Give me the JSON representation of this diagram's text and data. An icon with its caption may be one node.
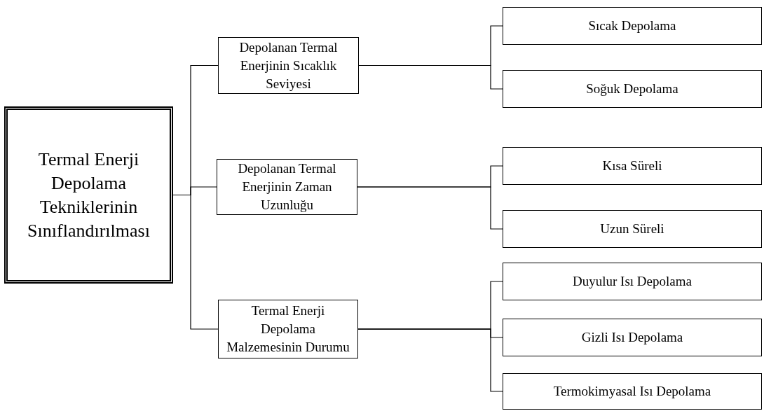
{
  "diagram": {
    "nodes": [
      {
        "text": [
          "Termal Enerji Depolama Tekniklerinin Sınıflandırılması"
        ]
      },
      {
        "text": [
          "Depolanan Termal Enerjinin Sıcaklık Seviyesi"
        ]
      },
      {
        "text": [
          "Depolanan Termal Enerjinin Zaman Uzunluğu"
        ]
      },
      {
        "text": [
          "Termal Enerji Depolama Malzemesinin Durumu"
        ]
      },
      {
        "text": [
          "Sıcak Depolama"
        ]
      },
      {
        "text": [
          "Soğuk Depolama"
        ]
      },
      {
        "text": [
          "Kısa Süreli"
        ]
      },
      {
        "text": [
          "Uzun Süreli"
        ]
      },
      {
        "text": [
          "Duyulur Isı Depolama"
        ]
      },
      {
        "text": [
          "Gizli Isı Depolama"
        ]
      },
      {
        "text": [
          "Termokimyasal Isı Depolama"
        ]
      }
    ],
    "edges": [
      {
        "from": 0,
        "to": 1,
        "arrow": "none"
      },
      {
        "from": 0,
        "to": 2,
        "arrow": "none"
      },
      {
        "from": 0,
        "to": 3,
        "arrow": "none"
      },
      {
        "from": 1,
        "to": 4,
        "arrow": "none"
      },
      {
        "from": 1,
        "to": 5,
        "arrow": "none"
      },
      {
        "from": 2,
        "to": 6,
        "arrow": "none"
      },
      {
        "from": 2,
        "to": 7,
        "arrow": "none"
      },
      {
        "from": 3,
        "to": 8,
        "arrow": "none"
      },
      {
        "from": 3,
        "to": 9,
        "arrow": "none"
      },
      {
        "from": 3,
        "to": 10,
        "arrow": "none"
      }
    ]
  }
}
